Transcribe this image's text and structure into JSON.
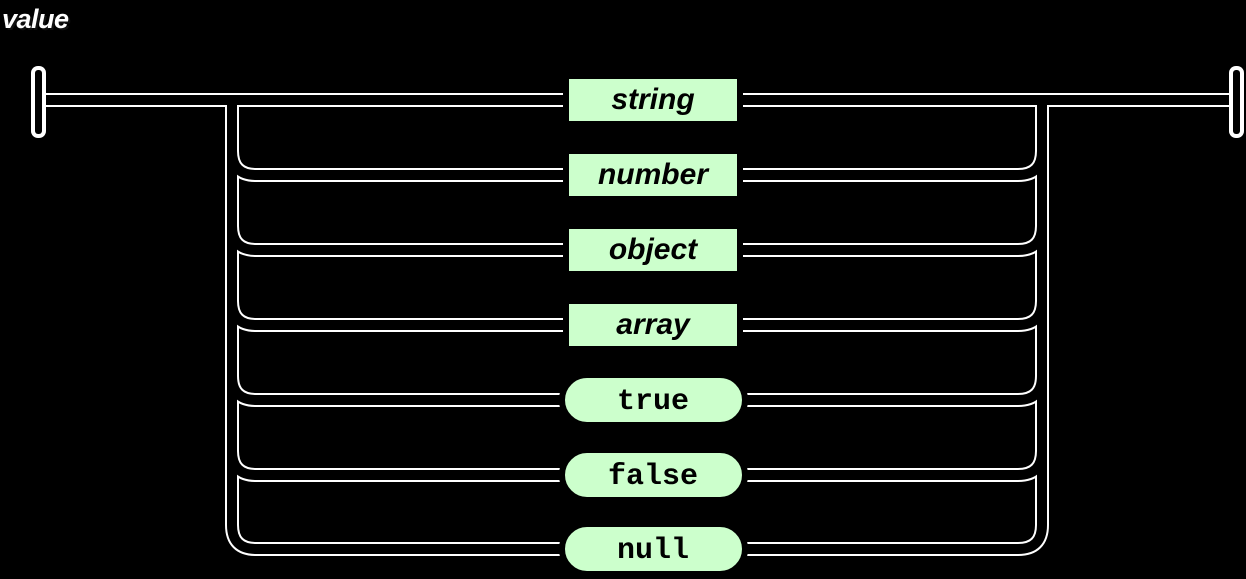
{
  "diagram": {
    "title": "value",
    "type": "railroad-syntax-diagram",
    "grammar_rule": "value",
    "colors": {
      "background": "#000000",
      "track": "#ffffff",
      "box_fill": "#ccffcc",
      "box_border": "#000000",
      "box_text": "#000000",
      "title_text": "#ffffff"
    },
    "entry_marker": "start-bar",
    "exit_marker": "end-bar",
    "alternatives": [
      {
        "label": "string",
        "kind": "nonterminal",
        "row": 0
      },
      {
        "label": "number",
        "kind": "nonterminal",
        "row": 1
      },
      {
        "label": "object",
        "kind": "nonterminal",
        "row": 2
      },
      {
        "label": "array",
        "kind": "nonterminal",
        "row": 3
      },
      {
        "label": "true",
        "kind": "terminal",
        "row": 4
      },
      {
        "label": "false",
        "kind": "terminal",
        "row": 5
      },
      {
        "label": "null",
        "kind": "terminal",
        "row": 6
      }
    ]
  }
}
